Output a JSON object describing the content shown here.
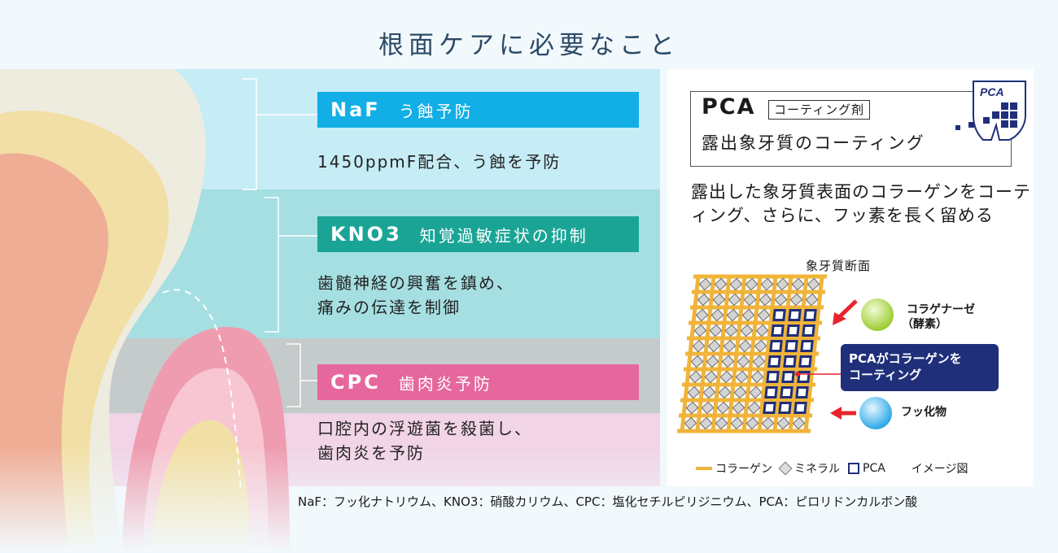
{
  "title": "根面ケアに必要なこと",
  "sections": [
    {
      "code": "NaF",
      "name": "う蝕予防",
      "description": [
        "1450ppmF配合、う蝕を予防"
      ]
    },
    {
      "code": "KNO3",
      "name": "知覚過敏症状の抑制",
      "description": [
        "歯髄神経の興奮を鎮め、",
        "痛みの伝達を制御"
      ]
    },
    {
      "code": "CPC",
      "name": "歯肉炎予防",
      "description": [
        "口腔内の浮遊菌を殺菌し、",
        "歯肉炎を予防"
      ]
    }
  ],
  "pca": {
    "heading": "PCA",
    "tag": "コーティング剤",
    "subtitle": "露出象牙質のコーティング",
    "logo_text": "PCA",
    "description": "露出した象牙質表面のコラーゲンをコーティング、さらに、フッ素を長く留める"
  },
  "diagram": {
    "title": "象牙質断面",
    "collagenase_label": "コラゲナーゼ",
    "enzyme_label": "（酵素）",
    "pca_callout": [
      "PCAがコラーゲンを",
      "コーティング"
    ],
    "fluoride_label": "フッ化物"
  },
  "legend": {
    "collagen": "コラーゲン",
    "mineral": "ミネラル",
    "pca": "PCA",
    "image_note": "イメージ図"
  },
  "footnote": "NaF：フッ化ナトリウム、KNO3：硝酸カリウム、CPC：塩化セチルピリジニウム、PCA：ピロリドンカルボン酸",
  "colors": {
    "naf": "#12aee6",
    "kno3": "#1aa495",
    "cpc": "#e5679d",
    "pca_navy": "#1f2f7a",
    "collagen_orange": "#f0b43a"
  }
}
